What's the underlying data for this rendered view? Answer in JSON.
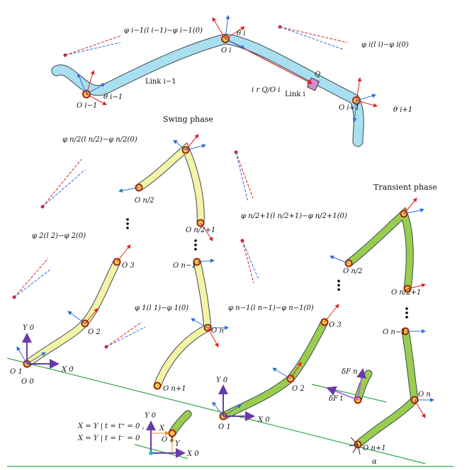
{
  "colors": {
    "link_top": "#a9dfee",
    "link_swing": "#f4f4a6",
    "link_stance": "#9acd4e",
    "axis_x": "#2b6fd6",
    "axis_y": "#2b6fd6",
    "axis_hat": "#e02020",
    "ground": "#2ea84a",
    "world": "#6a3aa8",
    "joint": "#c47a10"
  },
  "titles": {
    "swing": "Swing phase",
    "transient": "Transient phase"
  },
  "top": {
    "link_prev": "Link i−1",
    "link_i": "Link i",
    "O_prev": "O i−1",
    "O_i": "O i",
    "O_next": "O i+1",
    "Q": "Q",
    "r": "i r Q/O i",
    "ang_prev": "φ i−1(l i−1)−φ i−1(0)",
    "ang_i": "φ i(l i)−φ i(0)",
    "theta_prev": "θ i−1",
    "theta_i": "θ i",
    "theta_next": "θ i+1"
  },
  "swing": {
    "ang_half": "φ n/2(l n/2)−φ n/2(0)",
    "ang_half1": "φ n/2+1(l n/2+1)−φ n/2+1(0)",
    "ang_n1": "φ n−1(l n−1)−φ n−1(0)",
    "ang_2": "φ 2(l 2)−φ 2(0)",
    "ang_1": "φ 1(l 1)−φ 1(0)",
    "O1": "O 1",
    "O0": "O 0",
    "O2": "O 2",
    "O3": "O 3",
    "On2": "O n/2",
    "On21": "O n/2+1",
    "On1": "O n−1",
    "On": "O n",
    "Onp1": "O n+1",
    "X0": "X 0",
    "Y0": "Y 0"
  },
  "stance": {
    "O1": "O 1",
    "O2": "O 2",
    "O3": "O 3",
    "On1": "O n−1",
    "On": "O n",
    "Onp1": "O n+1",
    "X0": "X 0",
    "Y0": "Y 0",
    "alpha": "α",
    "dFn": "δF n",
    "dFt": "δF t",
    "On2": "O n/2",
    "On21": "O n/2+1"
  },
  "inset": {
    "line1": "X = Y | t = t⁺ = 0 ,",
    "line2": "X = Y | t = t⁻ = 0",
    "X": "X",
    "Y": "Y",
    "O1": "O 1",
    "X0": "X 0",
    "Y0": "Y 0"
  }
}
